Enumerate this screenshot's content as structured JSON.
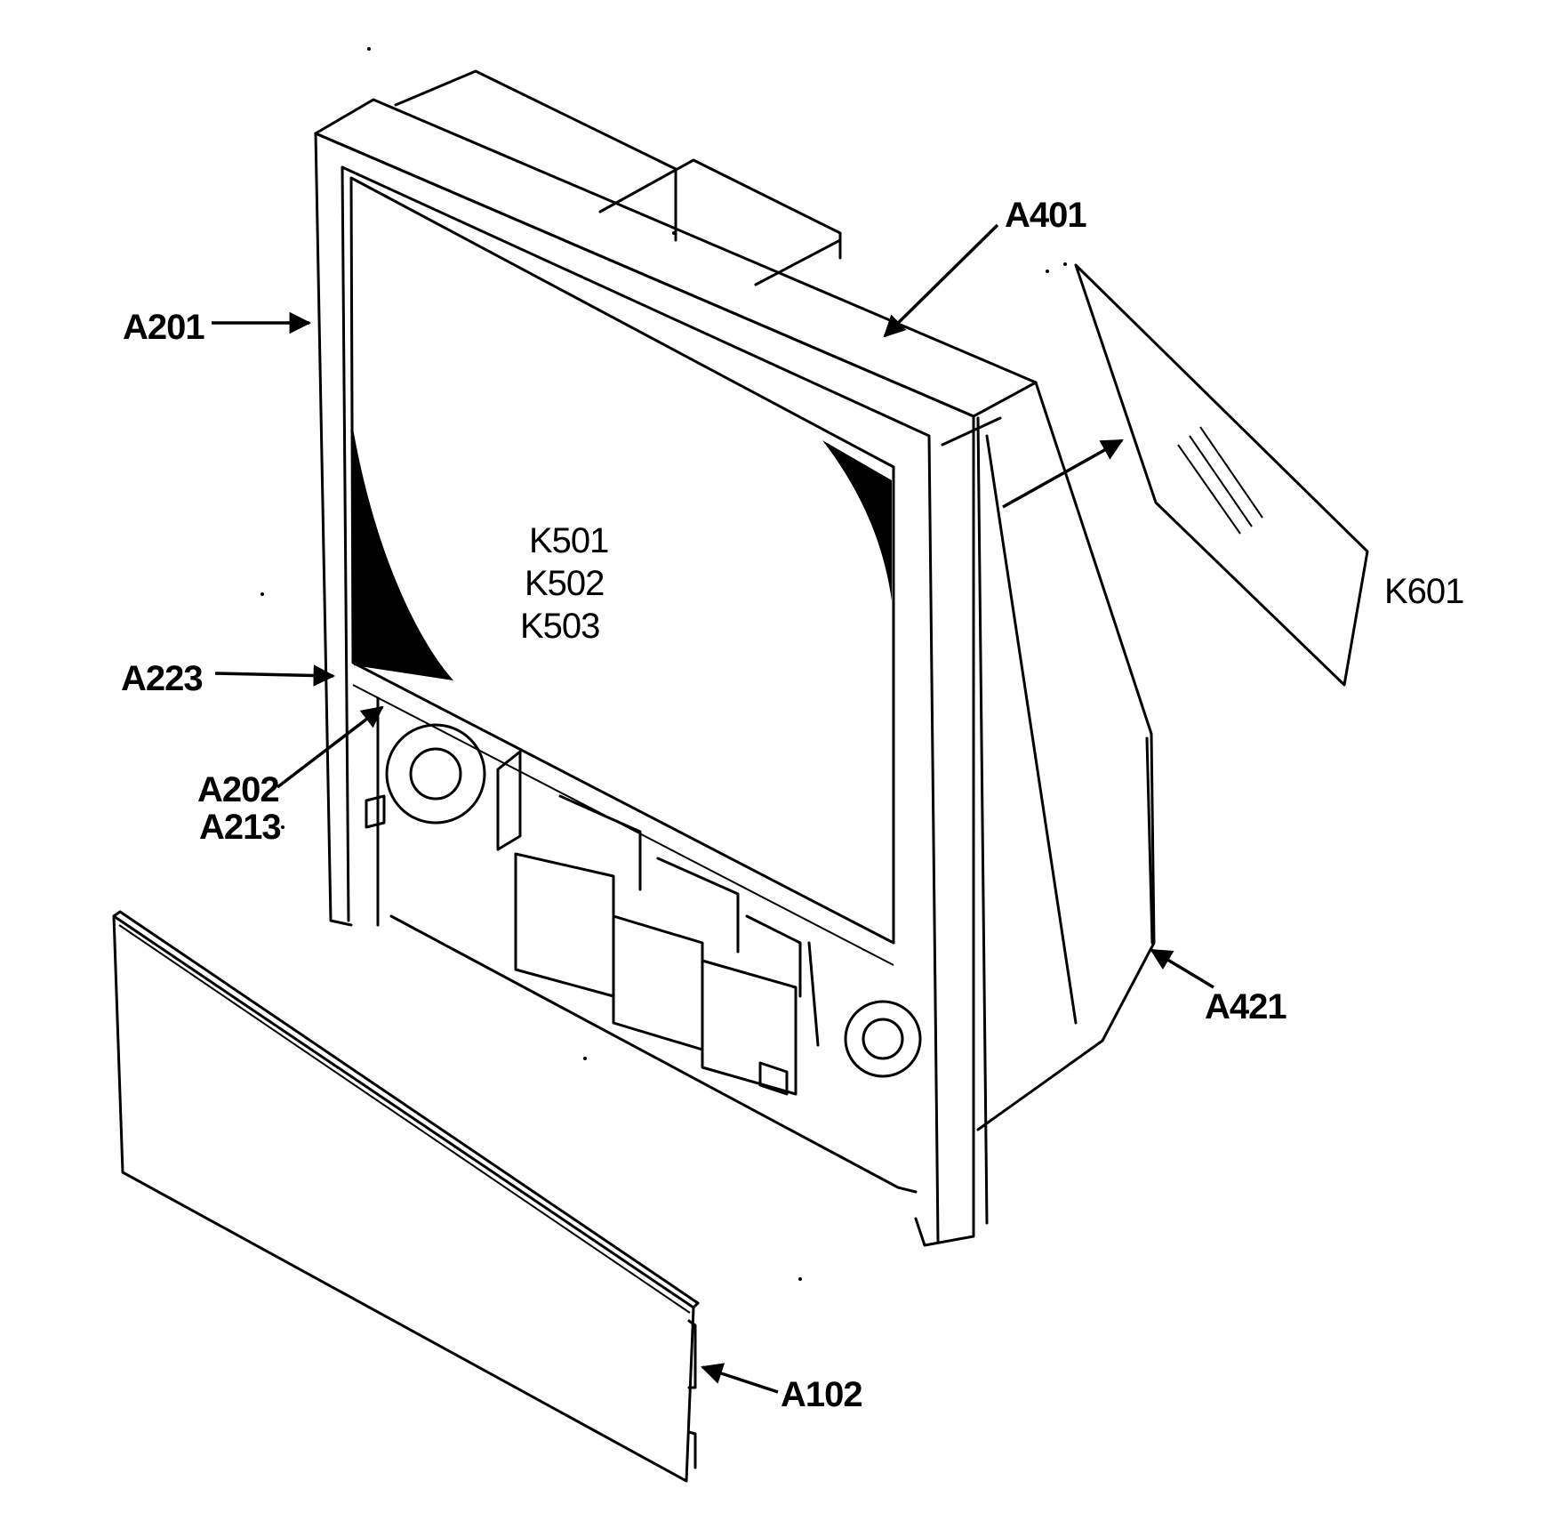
{
  "labels": {
    "a201": "A201",
    "a401": "A401",
    "k601": "K601",
    "k501": "K501",
    "k502": "K502",
    "k503": "K503",
    "a223": "A223",
    "a202": "A202",
    "a213": "A213",
    "a421": "A421",
    "a102": "A102"
  },
  "colors": {
    "line": "#000000",
    "background": "#ffffff"
  }
}
